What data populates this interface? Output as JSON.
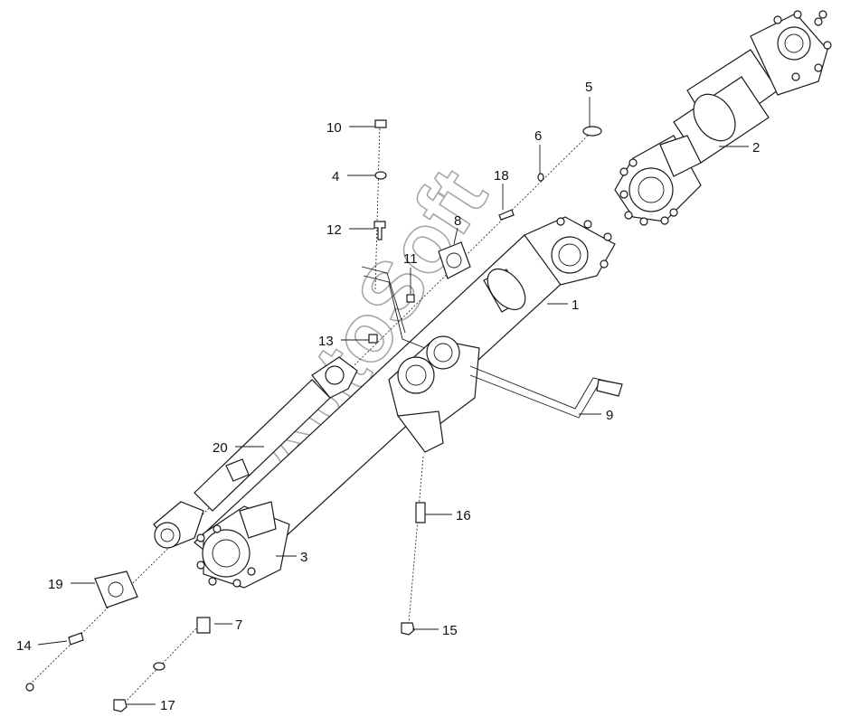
{
  "diagram": {
    "watermark": "AutoSoft",
    "callouts": [
      {
        "id": "1",
        "text": "1"
      },
      {
        "id": "2",
        "text": "2"
      },
      {
        "id": "3",
        "text": "3"
      },
      {
        "id": "4",
        "text": "4"
      },
      {
        "id": "5",
        "text": "5"
      },
      {
        "id": "6",
        "text": "6"
      },
      {
        "id": "7",
        "text": "7"
      },
      {
        "id": "8",
        "text": "8"
      },
      {
        "id": "9",
        "text": "9"
      },
      {
        "id": "10",
        "text": "10"
      },
      {
        "id": "11",
        "text": "11"
      },
      {
        "id": "12",
        "text": "12"
      },
      {
        "id": "13",
        "text": "13"
      },
      {
        "id": "14",
        "text": "14"
      },
      {
        "id": "15",
        "text": "15"
      },
      {
        "id": "16",
        "text": "16"
      },
      {
        "id": "17",
        "text": "17"
      },
      {
        "id": "18",
        "text": "18"
      },
      {
        "id": "19",
        "text": "19"
      },
      {
        "id": "20",
        "text": "20"
      }
    ]
  }
}
